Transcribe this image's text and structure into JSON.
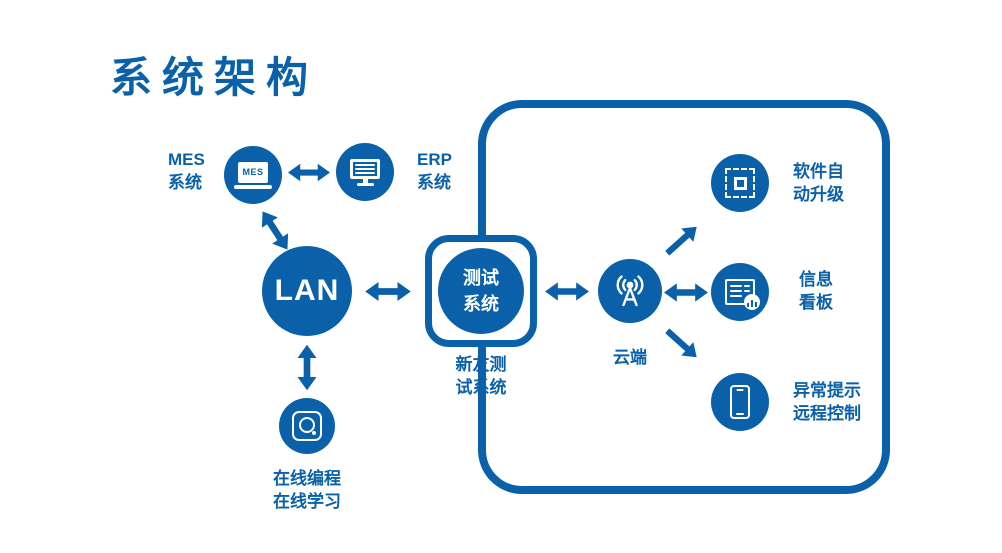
{
  "colors": {
    "primary": "#0a61aa"
  },
  "title": "系统架构",
  "mes": {
    "label1": "MES",
    "label2": "系统",
    "screen_text": "MES"
  },
  "erp": {
    "label1": "ERP",
    "label2": "系统"
  },
  "lan": {
    "label": "LAN"
  },
  "test_box": {
    "line1": "测试",
    "line2": "系统"
  },
  "test_caption": {
    "line1": "新友测",
    "line2": "试系统"
  },
  "cloud": {
    "label": "云端"
  },
  "upgrade": {
    "line1": "软件自",
    "line2": "动升级"
  },
  "board": {
    "line1": "信息",
    "line2": "看板"
  },
  "alert": {
    "line1": "异常提示",
    "line2": "远程控制"
  },
  "online": {
    "line1": "在线编程",
    "line2": "在线学习"
  }
}
